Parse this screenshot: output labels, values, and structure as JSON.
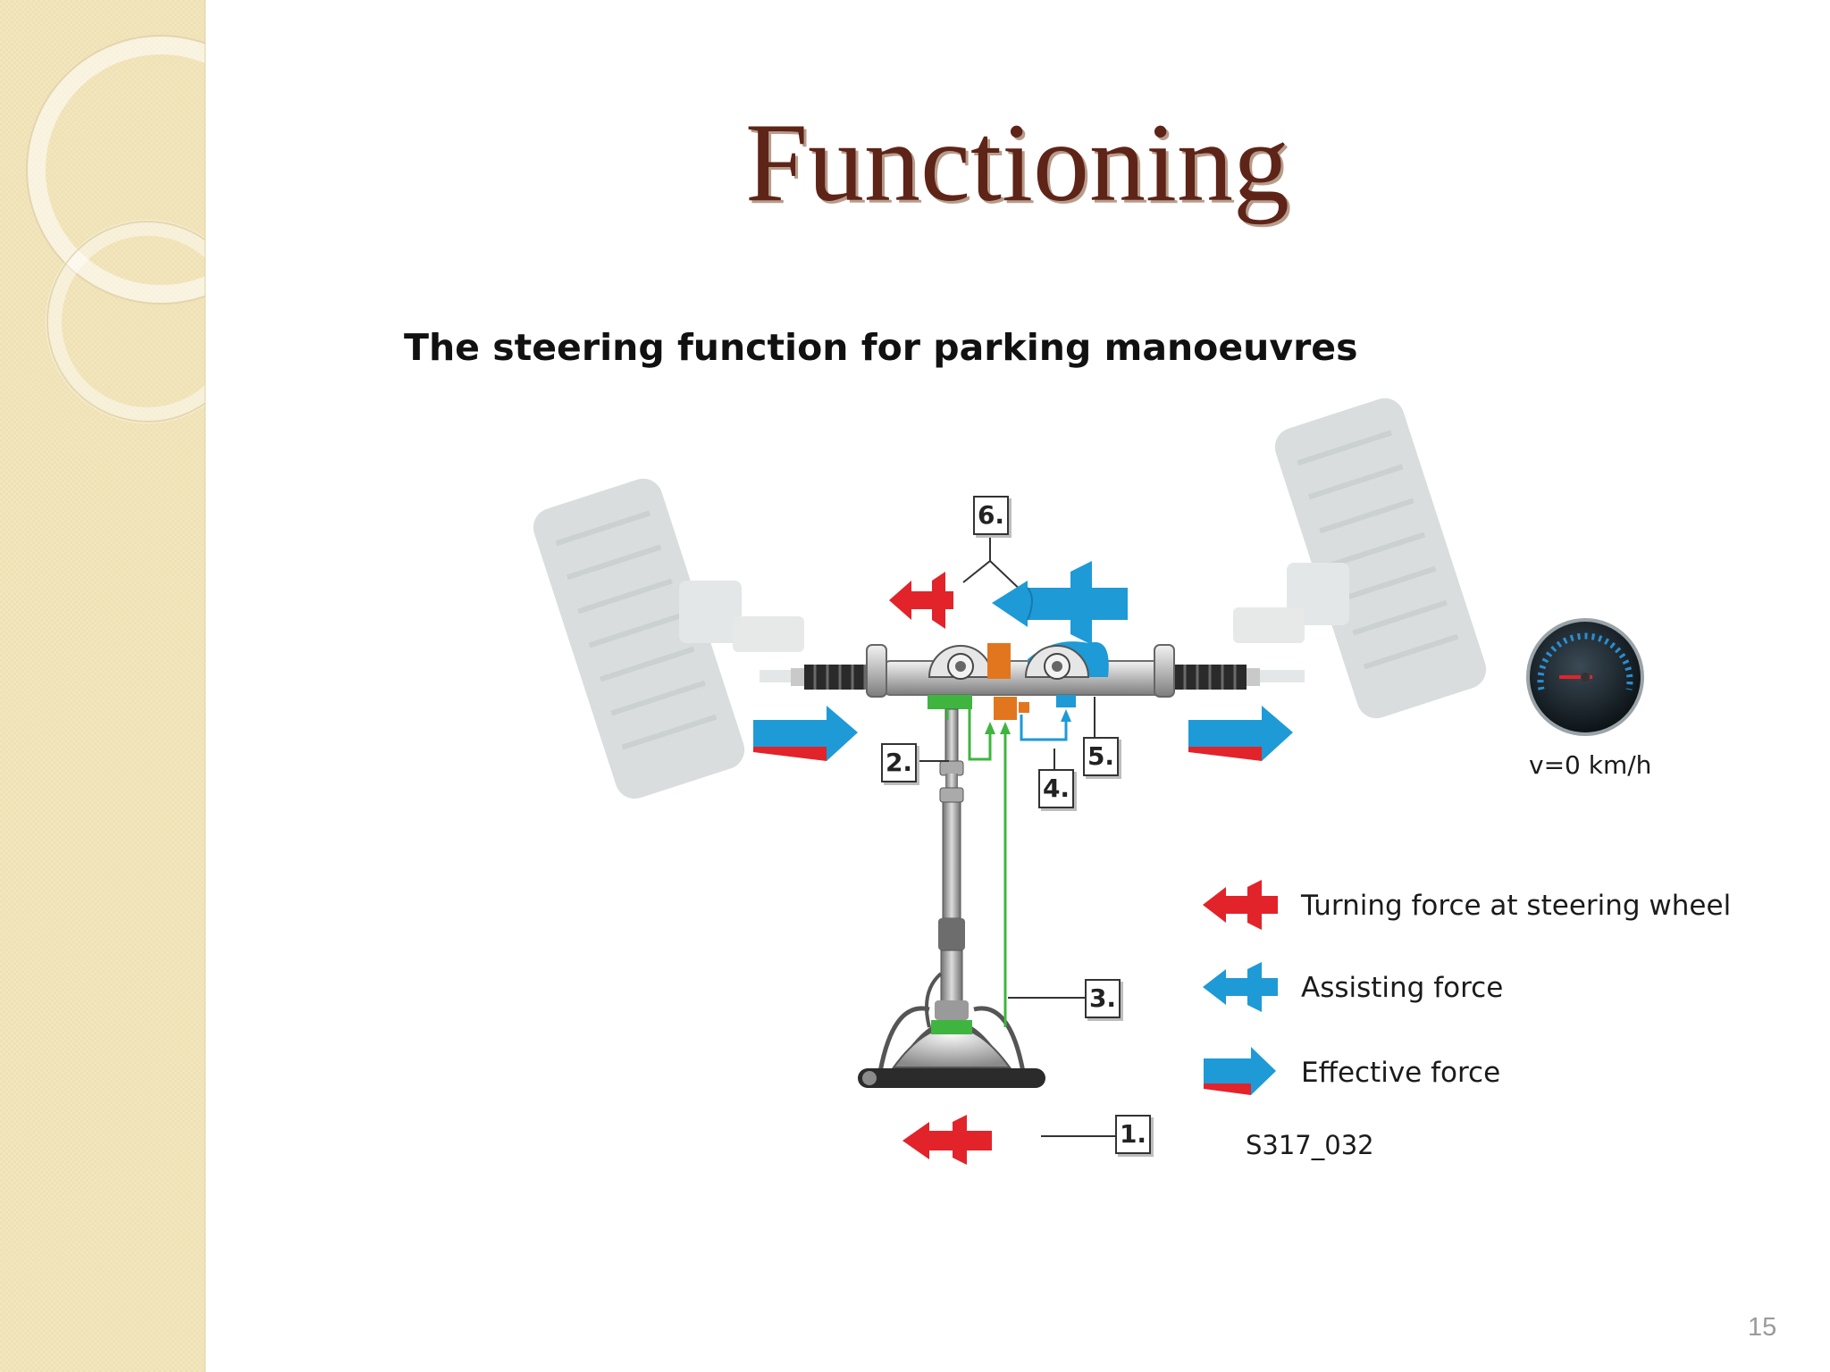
{
  "slide": {
    "title": "Functioning",
    "page_number": "15"
  },
  "diagram": {
    "heading": "The steering function for parking manoeuvres",
    "callouts": [
      "6.",
      "2.",
      "5.",
      "4.",
      "3.",
      "1."
    ],
    "speed_label": "v=0 km/h",
    "figure_code": "S317_032",
    "legend": [
      {
        "label": "Turning force at steering wheel",
        "icon": "double-arrow-left-icon",
        "color": "#e2232a"
      },
      {
        "label": "Assisting force",
        "icon": "double-arrow-left-icon",
        "color": "#1e9ad6"
      },
      {
        "label": "Effective force",
        "icon": "arrow-right-icon",
        "color": "#1e9ad6"
      }
    ],
    "colors": {
      "turning_force": "#e2232a",
      "assisting_force": "#1e9ad6",
      "torque_sensor": "#3fb53f",
      "control_unit": "#e2761f"
    }
  }
}
